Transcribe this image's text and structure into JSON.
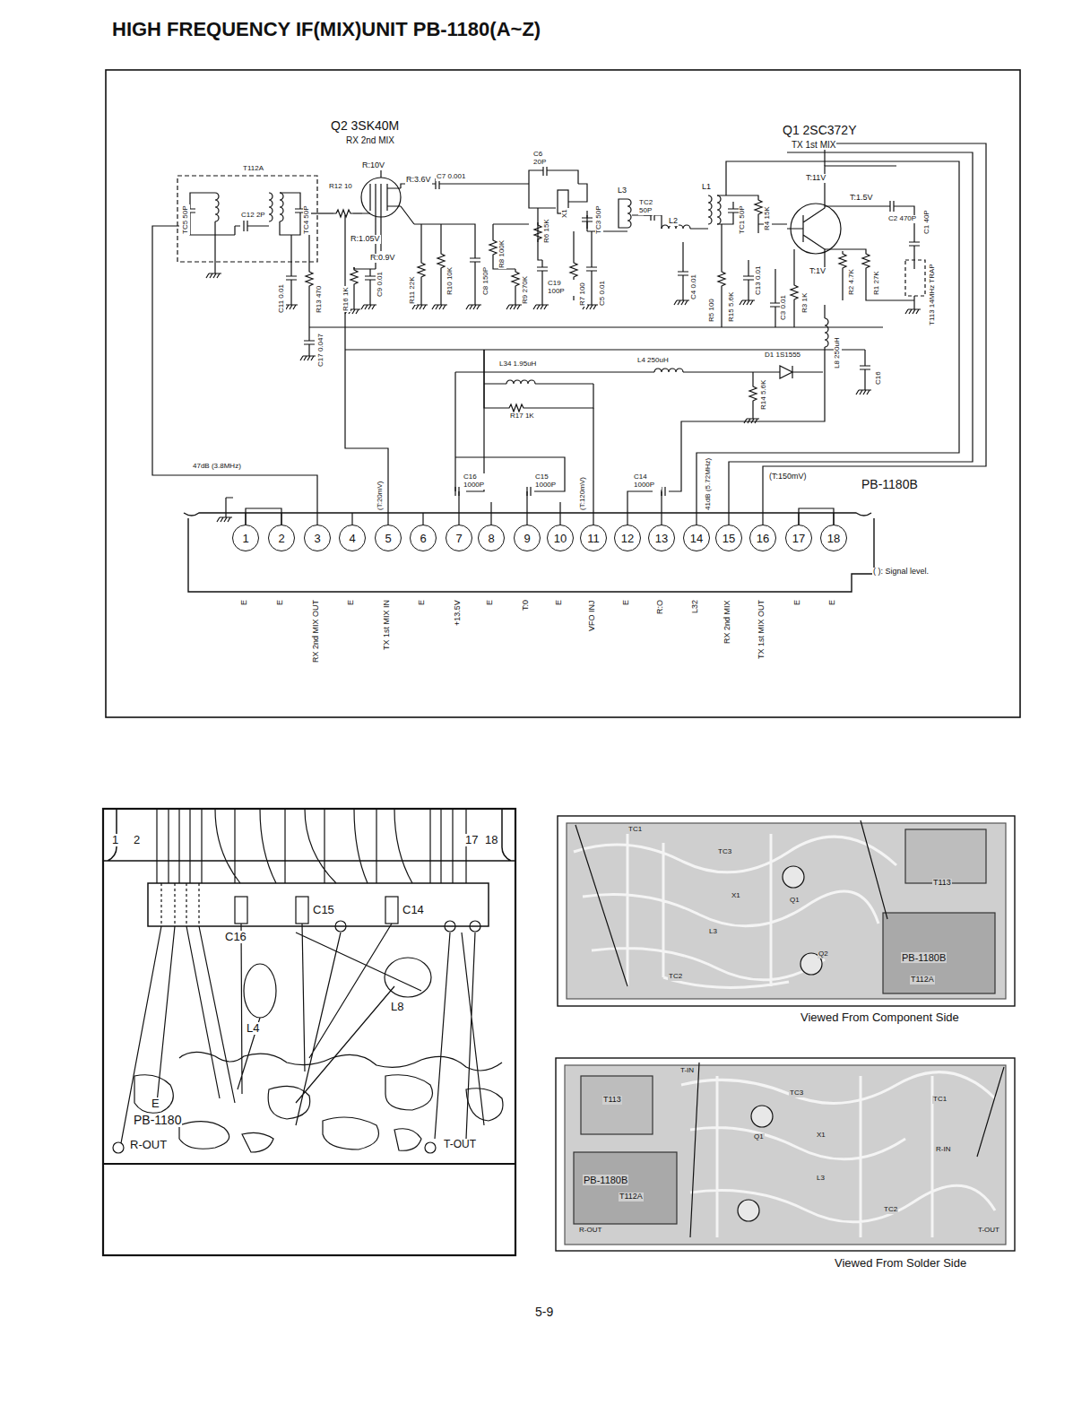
{
  "diagram": {
    "title": "HIGH FREQUENCY IF(MIX)UNIT PB-1180(A~Z)",
    "nodes": [
      {
        "text": [
          "1"
        ]
      },
      {
        "text": [
          "2"
        ]
      },
      {
        "text": [
          "3"
        ]
      },
      {
        "text": [
          "4"
        ]
      },
      {
        "text": [
          "5"
        ]
      },
      {
        "text": [
          "6"
        ]
      },
      {
        "text": [
          "7"
        ]
      },
      {
        "text": [
          "8"
        ]
      },
      {
        "text": [
          "9"
        ]
      },
      {
        "text": [
          "10"
        ]
      },
      {
        "text": [
          "11"
        ]
      },
      {
        "text": [
          "12"
        ]
      },
      {
        "text": [
          "13"
        ]
      },
      {
        "text": [
          "14"
        ]
      },
      {
        "text": [
          "15"
        ]
      },
      {
        "text": [
          "16"
        ]
      },
      {
        "text": [
          "17"
        ]
      },
      {
        "text": [
          "18"
        ]
      }
    ],
    "edges": [
      {
        "from": 0,
        "to": 1,
        "arrow": "none"
      },
      {
        "from": 16,
        "to": 17,
        "arrow": "none"
      }
    ],
    "labels": [
      "Q2 3SK40M",
      "RX 2nd MIX",
      "Q1 2SC372Y",
      "TX 1st MIX",
      "T112A",
      "TC5 50P",
      "C12 2P",
      "TC4 50P",
      "R:10V",
      "R12 10",
      "R:3.6V",
      "C7 0.001",
      "R:1.05V",
      "R:0.9V",
      "C6 20P",
      "R6 15K",
      "X1",
      "TC3 50P",
      "L3",
      "TC2 50P",
      "L2",
      "L1",
      "TC1 50P",
      "R4 15K",
      "T:11V",
      "T:1.5V",
      "C2 470P",
      "T:1V",
      "C11 0.01",
      "R13 470",
      "R16 1K",
      "C9 0.01",
      "R11 22K",
      "R10 10K",
      "C8 150P",
      "R8 100K",
      "R9 270K",
      "C19 100P",
      "R7 100",
      "C5 0.01",
      "C4 0.01",
      "R5 100",
      "R15 5.6K",
      "C13 0.01",
      "C3 0.01",
      "R3 1K",
      "R2 4.7K",
      "R1 27K",
      "C1 40P",
      "T113 14MHz TRAP",
      "L8 250uH",
      "C17 0.047",
      "L34 1.95uH",
      "R17 1K",
      "L4 250uH",
      "D1 1S1555",
      "R14 5.6K",
      "C16",
      "47dB (3.8MHz)",
      "(T:20mV)",
      "C16 1000P",
      "C15 1000P",
      "(T:120mV)",
      "C14 1000P",
      "41dB (5.72MHz)",
      "(T:150mV)",
      "PB-1180B",
      "( ): Signal level.",
      "E",
      "E",
      "RX 2nd MIX OUT",
      "E",
      "TX 1st MIX IN",
      "E",
      "+13.5V",
      "E",
      "T:0",
      "E",
      "VFO INJ",
      "E",
      "R:O",
      "L32",
      "RX 2nd MIX",
      "TX 1st MIX OUT",
      "E",
      "E",
      "5-9",
      "C16",
      "C15",
      "C14",
      "L4",
      "L8",
      "PB-1180",
      "E",
      "R-OUT",
      "T-OUT",
      "1",
      "2",
      "18",
      "17",
      "Viewed From Component Side",
      "Viewed From Solder Side",
      "T113",
      "T112A",
      "PB-1180B",
      "TC1",
      "TC3",
      "X1",
      "L3",
      "TC2",
      "Q1",
      "Q2",
      "T113",
      "T112A",
      "PB-1180B",
      "T-IN",
      "TC3",
      "TC1",
      "X1",
      "L3",
      "TC2",
      "R-OUT",
      "R-IN",
      "T-OUT",
      "Q1"
    ]
  }
}
